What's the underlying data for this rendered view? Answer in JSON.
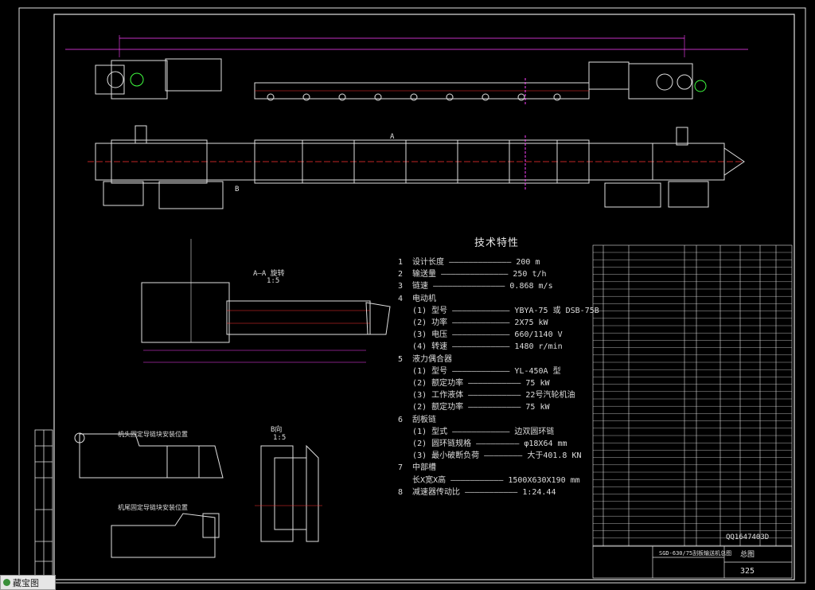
{
  "specs": {
    "title": "技术特性",
    "lines": [
      "1  设计长度 ————————————— 200 m",
      "2  输送量 —————————————— 250 t/h",
      "3  链速 ——————————————— 0.868 m/s",
      "4  电动机",
      "   (1) 型号 ———————————— YBYA-75 或 DSB-75B",
      "   (2) 功率 ———————————— 2X75 kW",
      "   (3) 电压 ———————————— 660/1140 V",
      "   (4) 转速 ———————————— 1480 r/min",
      "5  液力偶合器",
      "   (1) 型号 ———————————— YL-450A 型",
      "   (2) 额定功率 ——————————— 75 kW",
      "   (3) 工作液体 ——————————— 22号汽轮机油",
      "   (2) 额定功率 ——————————— 75 kW",
      "6  刮板链",
      "   (1) 型式 ———————————— 边双圆环链",
      "   (2) 圆环链规格 ————————— φ18X64 mm",
      "   (3) 最小破断负荷 ———————— 大于401.8 KN",
      "7  中部槽",
      "   长X宽X高 ——————————— 1500X630X190 mm",
      "8  减速器传动比 ——————————— 1:24.44"
    ]
  },
  "views": {
    "section_aa": "A—A 旋转",
    "section_aa_scale": "1:5",
    "section_b": "B向",
    "section_b_scale": "1:5",
    "detail_head": "机头固定导链块安装位置",
    "detail_tail": "机尾固定导链块安装位置"
  },
  "title_block": {
    "drawing_no": "QQ1647403D",
    "name": "SGD-630/75刮板输送机总图",
    "sheet": "总图",
    "code": "325"
  },
  "bottom_bar": {
    "label": "藏宝图"
  },
  "colors": {
    "bg": "#000000",
    "frame": "#e8e8e8",
    "red": "#ff3030",
    "magenta": "#ff40ff",
    "green": "#40ff40",
    "cyan": "#40e0ff",
    "yellow": "#ffff40"
  }
}
